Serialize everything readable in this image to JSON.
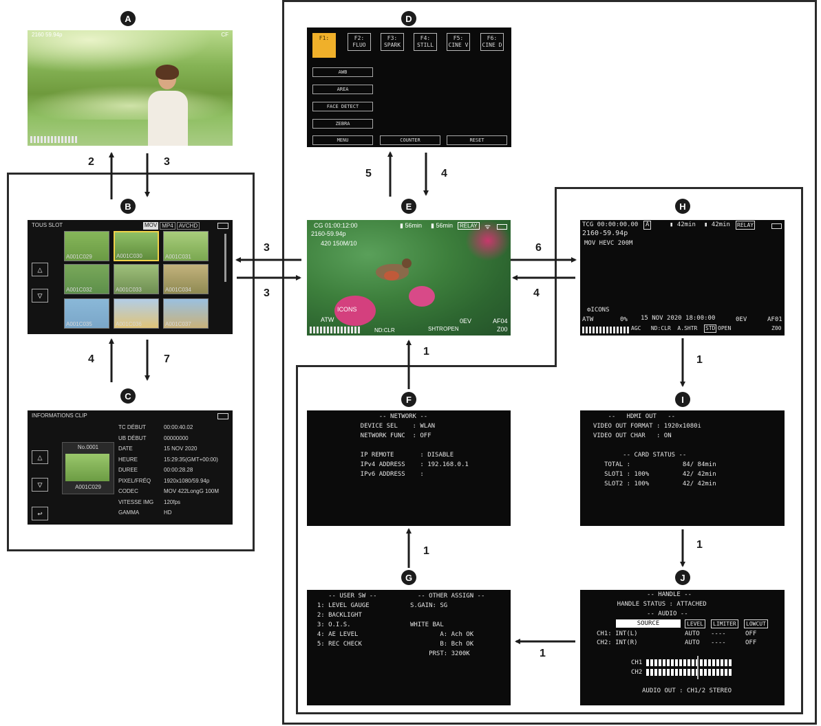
{
  "labels": {
    "A": "A",
    "B": "B",
    "C": "C",
    "D": "D",
    "E": "E",
    "F": "F",
    "G": "G",
    "H": "H",
    "I": "I",
    "J": "J"
  },
  "nums": {
    "n2": "2",
    "n3a": "3",
    "n3b": "3",
    "n3c": "3",
    "n4a": "4",
    "n7": "7",
    "n5": "5",
    "n4b": "4",
    "n6": "6",
    "n4c": "4",
    "n1a": "1",
    "n1b": "1",
    "n1c": "1",
    "n1d": "1",
    "n1e": "1"
  },
  "screen_a": {
    "top_left": "2160 59.94p",
    "top_right": "CF"
  },
  "screen_b": {
    "header": "TOUS SLOT",
    "chips": [
      "MOV",
      "MP4",
      "AVCHD"
    ],
    "thumb_labels": [
      "A001C029",
      "A001C030",
      "A001C031",
      "A001C032",
      "A001C033",
      "A001C034",
      "A001C035",
      "A001C036",
      "A001C037"
    ]
  },
  "screen_c": {
    "header": "INFORMATIONS CLIP",
    "clip_no": "No.0001",
    "clip_name": "A001C029",
    "rows": [
      {
        "k": "TC DÉBUT",
        "v": "00:00:40.02"
      },
      {
        "k": "UB DÉBUT",
        "v": "00000000"
      },
      {
        "k": "DATE",
        "v": "15 NOV 2020"
      },
      {
        "k": "HEURE",
        "v": "15:29:35(GMT+00:00)"
      },
      {
        "k": "DUREE",
        "v": "00:00:28.28"
      },
      {
        "k": "PIXEL/FRÉQ",
        "v": "1920x1080/59.94p"
      },
      {
        "k": "CODEC",
        "v": "MOV 422LongG 100M"
      },
      {
        "k": "VITESSE IMG",
        "v": "120fps"
      },
      {
        "k": "GAMMA",
        "v": "HD"
      }
    ]
  },
  "screen_d": {
    "tabs": [
      {
        "l1": "F1:",
        "l2": ""
      },
      {
        "l1": "F2:",
        "l2": "FLUO"
      },
      {
        "l1": "F3:",
        "l2": "SPARK"
      },
      {
        "l1": "F4:",
        "l2": "STILL"
      },
      {
        "l1": "F5:",
        "l2": "CINE V"
      },
      {
        "l1": "F6:",
        "l2": "CINE D"
      }
    ],
    "buttons": [
      "AWB",
      "AREA",
      "FACE DETECT",
      "ZEBRA"
    ],
    "bottom": [
      "MENU",
      "COUNTER",
      "RESET"
    ]
  },
  "screen_e": {
    "line1": "CG 01:00:12:00",
    "line2": "2160-59.94p",
    "line3": "420 150M/10",
    "slot1": "56min",
    "slot2": "56min",
    "relay": "RELAY",
    "icons_label": "ICONS",
    "atw": "ATW",
    "nd": "ND:CLR",
    "shtr": "SHTR",
    "open": "OPEN",
    "zero_ev": "0EV",
    "af": "AF04",
    "zoom": "Z00"
  },
  "screen_f": "         -- NETWORK --\n    DEVICE SEL    : WLAN\n    NETWORK FUNC  : OFF\n\n    IP REMOTE       : DISABLE\n    IPv4 ADDRESS    : 192.168.0.1\n    IPv6 ADDRESS    :",
  "screen_g": {
    "left": "     -- USER SW --\n  1: LEVEL GAUGE\n  2: BACKLIGHT\n  3: O.I.S.\n  4: AE LEVEL\n  5: REC CHECK",
    "right": "  -- OTHER ASSIGN --\nS.GAIN: SG\n\nWHITE BAL\n        A: Ach OK\n        B: Bch OK\n     PRST: 3200K"
  },
  "screen_h": {
    "line1": "TCG 00:00:00.00",
    "line1b": "A",
    "slot1": "42min",
    "slot2": "42min",
    "relay": "RELAY",
    "line2": "2160-59.94p",
    "line3": "MOV HEVC 200M",
    "icons": "ICONS",
    "atw": "ATW",
    "pct": "0%",
    "date": "15 NOV 2020 18:00:00",
    "ev": "0EV",
    "af": "AF01",
    "bottom": "AGC   ND:CLR  A.SHTR",
    "std": "STD",
    "open": "OPEN",
    "zoom": "Z00"
  },
  "screen_i": "      --   HDMI OUT   --\n  VIDEO OUT FORMAT : 1920x1080i\n  VIDEO OUT CHAR   : ON\n\n          -- CARD STATUS --\n     TOTAL :              84/ 84min\n     SLOT1 : 100%         42/ 42min\n     SLOT2 : 100%         42/ 42min",
  "screen_j": {
    "head": "            -- HANDLE --\n    HANDLE STATUS : ATTACHED\n            -- AUDIO --",
    "cols": [
      "SOURCE",
      "LEVEL",
      "LIMITER",
      "LOWCUT"
    ],
    "ch1": {
      "name": "CH1: INT(L)",
      "level": "AUTO",
      "lim": "----",
      "low": "OFF"
    },
    "ch2": {
      "name": "CH2: INT(R)",
      "level": "AUTO",
      "lim": "----",
      "low": "OFF"
    },
    "m1": "CH1",
    "m2": "CH2",
    "out": "AUDIO OUT : CH1/2 STEREO"
  }
}
